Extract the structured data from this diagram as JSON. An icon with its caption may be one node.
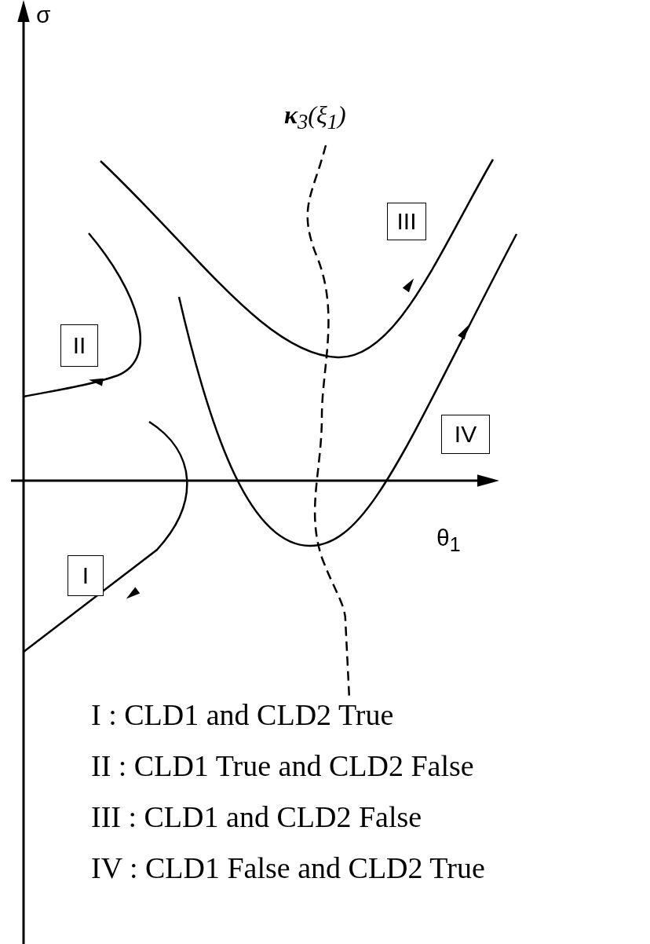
{
  "diagram": {
    "nodes": [
      {
        "text": [
          "III"
        ]
      },
      {
        "text": [
          "II"
        ]
      },
      {
        "text": [
          "IV"
        ]
      },
      {
        "text": [
          "I"
        ]
      }
    ],
    "labels": [
      "σ",
      "**κ**$_{3}$(*ξ*$_{1}$)",
      "θ$_{1}$",
      "I : CLD1 and CLD2 True",
      "II : CLD1 True and CLD2 False",
      "III : CLD1 and CLD2 False",
      "IV : CLD1 False and CLD2 True"
    ]
  }
}
